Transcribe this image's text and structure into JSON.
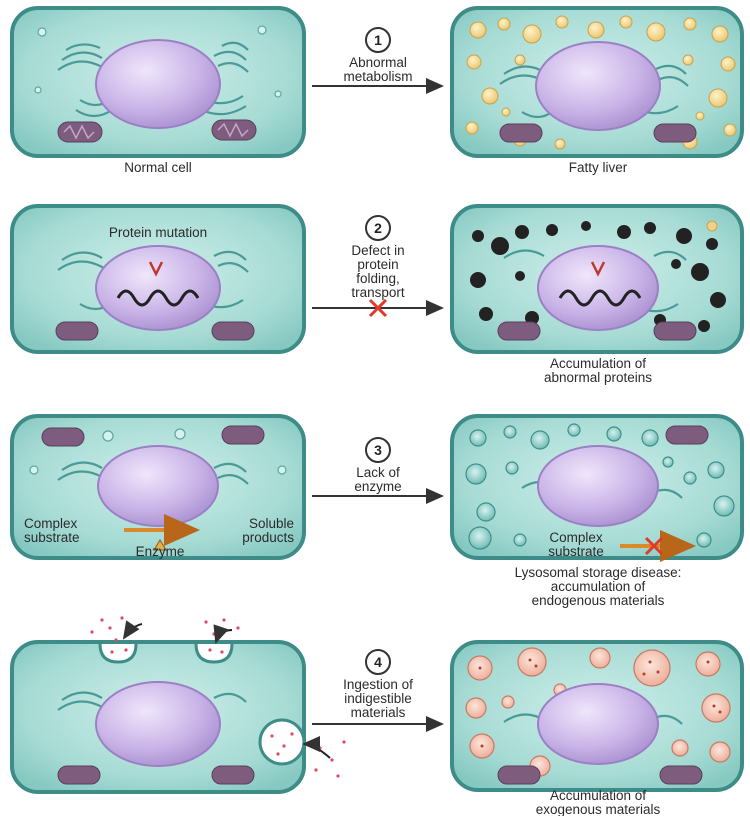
{
  "colors": {
    "cytoplasm": "#a8dcd6",
    "membrane": "#3d8c88",
    "nucleus": "#c9b3e6",
    "mitochondria": "#7e5c7e",
    "fat": "#f0d08a",
    "vacuole": "#f3c7b6"
  },
  "icons": [
    "numbered-circle-icon",
    "arrow-right-icon",
    "red-x-icon",
    "dna-mutation-icon",
    "warning-triangle-icon"
  ],
  "rows": [
    {
      "number": "1",
      "mechanism": [
        "Abnormal",
        "metabolism"
      ],
      "left_caption": [
        "Normal cell"
      ],
      "right_caption": [
        "Fatty liver"
      ]
    },
    {
      "number": "2",
      "mechanism": [
        "Defect in",
        "protein",
        "folding,",
        "transport"
      ],
      "left_inner_label": "Protein mutation",
      "right_caption": [
        "Accumulation of",
        "abnormal proteins"
      ]
    },
    {
      "number": "3",
      "mechanism": [
        "Lack of",
        "enzyme"
      ],
      "left_labels": {
        "complex": [
          "Complex",
          "substrate"
        ],
        "soluble": [
          "Soluble",
          "products"
        ],
        "enzyme": "Enzyme"
      },
      "right_inner_label": [
        "Complex",
        "substrate"
      ],
      "right_caption": [
        "Lysosomal storage disease:",
        "accumulation of",
        "endogenous materials"
      ]
    },
    {
      "number": "4",
      "mechanism": [
        "Ingestion of",
        "indigestible",
        "materials"
      ],
      "right_caption": [
        "Accumulation of",
        "exogenous materials"
      ]
    }
  ]
}
